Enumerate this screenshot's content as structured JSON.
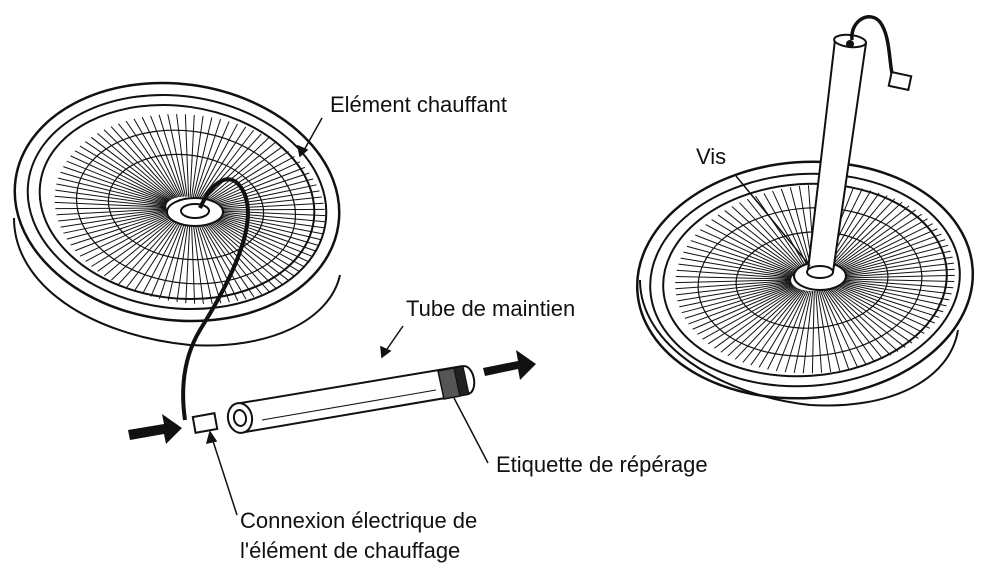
{
  "labels": {
    "heating_element": "Elément chauffant",
    "support_tube": "Tube de maintien",
    "locating_label": "Etiquette de répérage",
    "electrical_connection_line1": "Connexion électrique de",
    "electrical_connection_line2": "l'élément de chauffage",
    "screw": "Vis"
  },
  "colors": {
    "ink": "#111111",
    "background": "#ffffff"
  }
}
